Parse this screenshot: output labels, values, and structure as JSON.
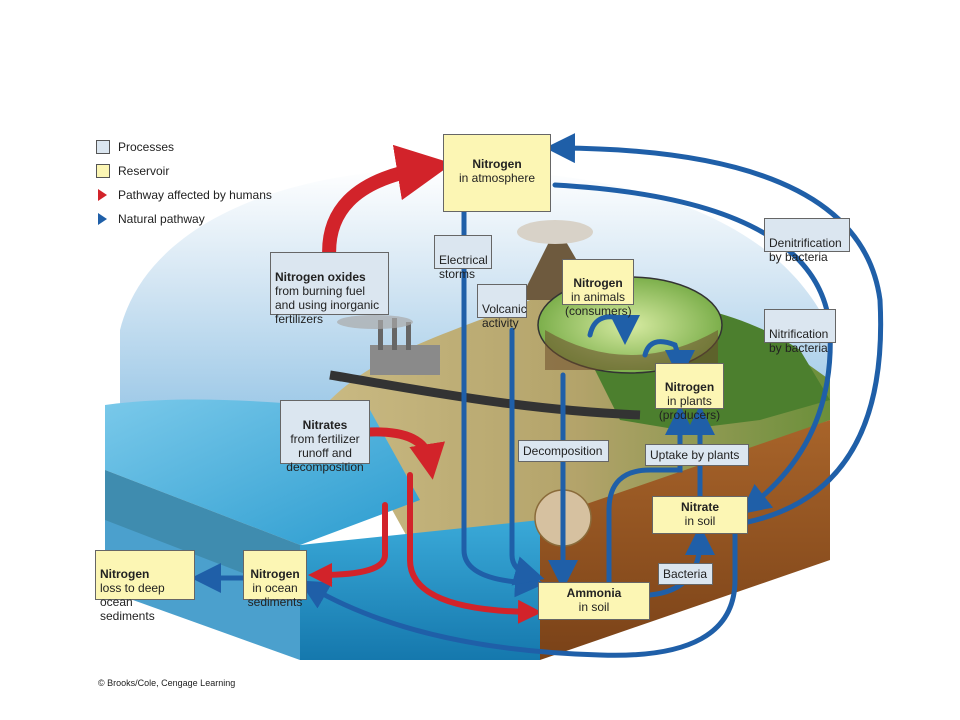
{
  "legend": {
    "processes": "Processes",
    "reservoir": "Reservoir",
    "human_pathway": "Pathway affected by humans",
    "natural_pathway": "Natural pathway"
  },
  "colors": {
    "process_fill": "#dbe6f0",
    "reservoir_fill": "#fcf6b4",
    "human_arrow": "#d2232a",
    "natural_arrow": "#1f5fa8"
  },
  "reservoirs": {
    "atmosphere": {
      "title": "Nitrogen",
      "sub": "in atmosphere"
    },
    "animals": {
      "title": "Nitrogen",
      "sub": "in animals\n(consumers)"
    },
    "plants": {
      "title": "Nitrogen",
      "sub": "in plants\n(producers)"
    },
    "nitrate": {
      "title": "Nitrate",
      "sub": "in soil"
    },
    "ammonia": {
      "title": "Ammonia",
      "sub": "in soil"
    },
    "ocean_sediments": {
      "title": "Nitrogen",
      "sub": "in ocean\nsediments"
    },
    "deep_loss": {
      "title": "Nitrogen",
      "sub": "loss to deep\nocean sediments"
    }
  },
  "processes": {
    "nitrogen_oxides": {
      "title": "Nitrogen oxides",
      "sub": "from burning fuel\nand using inorganic\nfertilizers"
    },
    "nitrates_runoff": {
      "title": "Nitrates",
      "sub": "from fertilizer\nrunoff and\ndecomposition"
    },
    "electrical_storms": "Electrical\nstorms",
    "volcanic_activity": "Volcanic\nactivity",
    "decomposition": "Decomposition",
    "uptake": "Uptake by plants",
    "bacteria": "Bacteria",
    "denitrification": "Denitrification\nby bacteria",
    "nitrification": "Nitrification\nby bacteria"
  },
  "credit": "© Brooks/Cole, Cengage Learning"
}
